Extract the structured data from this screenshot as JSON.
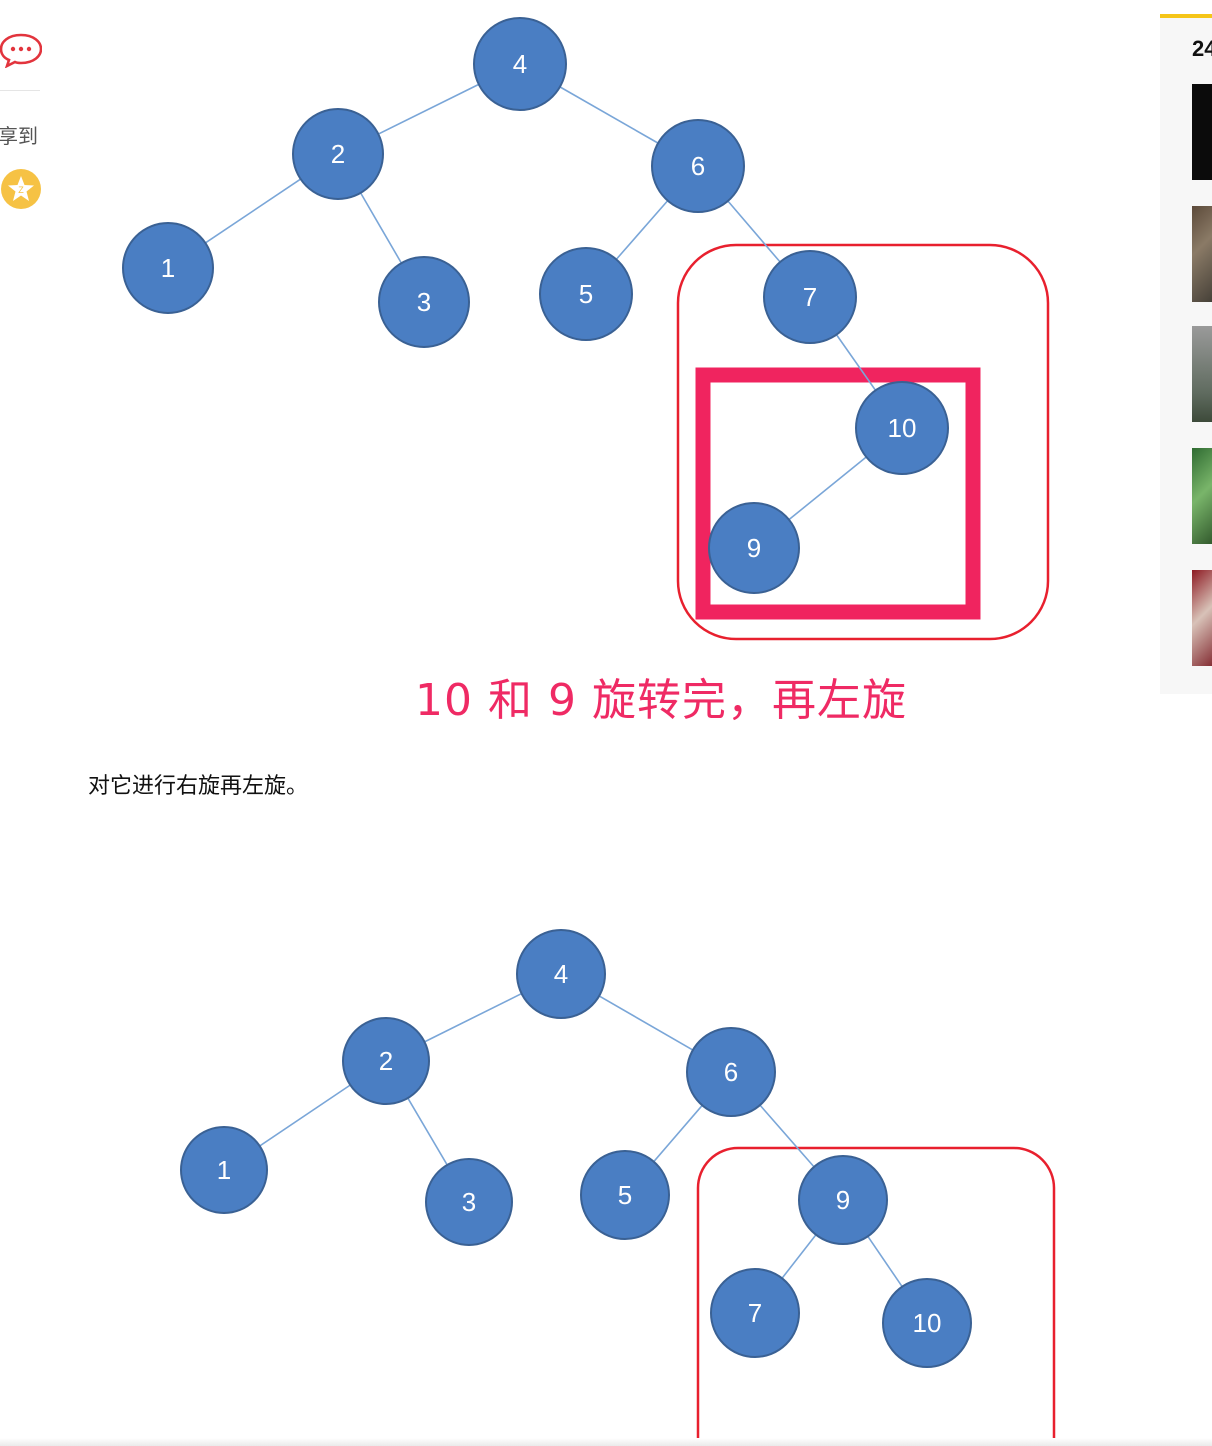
{
  "left_rail": {
    "comment_icon": "comment-bubble-icon",
    "share_label": "享到",
    "star_icon": "star-badge-icon"
  },
  "diagram_top": {
    "nodes": [
      {
        "id": "4",
        "label": "4"
      },
      {
        "id": "2",
        "label": "2"
      },
      {
        "id": "6",
        "label": "6"
      },
      {
        "id": "1",
        "label": "1"
      },
      {
        "id": "3",
        "label": "3"
      },
      {
        "id": "5",
        "label": "5"
      },
      {
        "id": "7",
        "label": "7"
      },
      {
        "id": "10",
        "label": "10"
      },
      {
        "id": "9",
        "label": "9"
      }
    ],
    "edges": [
      [
        "4",
        "2"
      ],
      [
        "4",
        "6"
      ],
      [
        "2",
        "1"
      ],
      [
        "2",
        "3"
      ],
      [
        "6",
        "5"
      ],
      [
        "6",
        "7"
      ],
      [
        "7",
        "10"
      ],
      [
        "10",
        "9"
      ]
    ]
  },
  "caption": "10 和 9 旋转完，再左旋",
  "paragraph": "对它进行右旋再左旋。",
  "diagram_bottom": {
    "nodes": [
      {
        "id": "4",
        "label": "4"
      },
      {
        "id": "2",
        "label": "2"
      },
      {
        "id": "6",
        "label": "6"
      },
      {
        "id": "1",
        "label": "1"
      },
      {
        "id": "3",
        "label": "3"
      },
      {
        "id": "5",
        "label": "5"
      },
      {
        "id": "9",
        "label": "9"
      },
      {
        "id": "7",
        "label": "7"
      },
      {
        "id": "10",
        "label": "10"
      }
    ],
    "edges": [
      [
        "4",
        "2"
      ],
      [
        "4",
        "6"
      ],
      [
        "2",
        "1"
      ],
      [
        "2",
        "3"
      ],
      [
        "6",
        "5"
      ],
      [
        "6",
        "9"
      ],
      [
        "9",
        "7"
      ],
      [
        "9",
        "10"
      ]
    ]
  },
  "right_panel": {
    "count_text": "24",
    "thumbnails": [
      "dark-thumbnail",
      "street-photo-thumbnail",
      "gray-photo-thumbnail",
      "green-plants-thumbnail",
      "red-art-thumbnail"
    ]
  },
  "colors": {
    "node_fill": "#4a7ec3",
    "edge": "#7aa6d8",
    "highlight_red": "#e8202e",
    "highlight_pink": "#f0245f",
    "caption": "#ef2a64"
  }
}
